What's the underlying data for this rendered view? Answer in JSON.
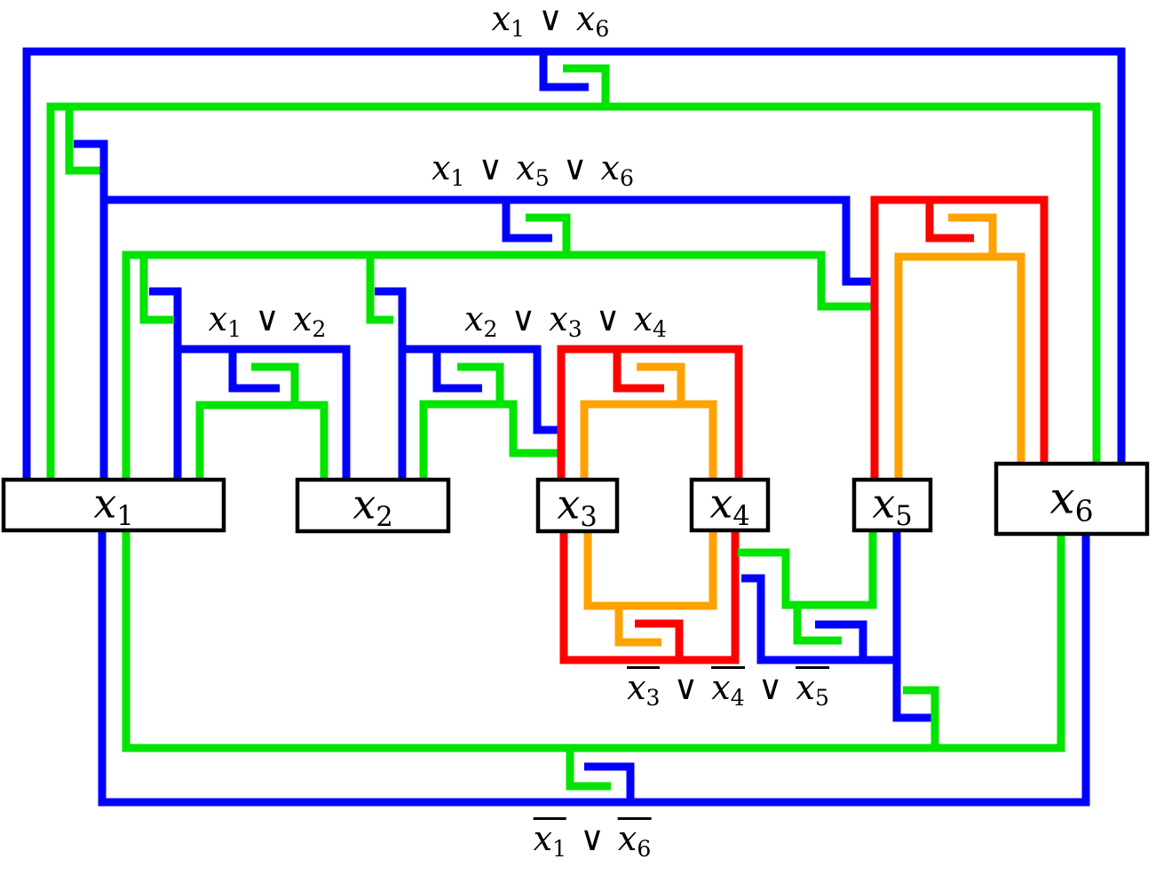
{
  "diagram_type": "clause-variable link diagram (CNF formula as interlocked loops)",
  "or_symbol": "∨",
  "colors": {
    "blue": "#0000ff",
    "green": "#00e400",
    "red": "#ff0000",
    "orange": "#ffa200",
    "box_border": "#000000",
    "background": "#ffffff",
    "text": "#000000"
  },
  "variables": [
    {
      "base": "x",
      "sub": "1"
    },
    {
      "base": "x",
      "sub": "2"
    },
    {
      "base": "x",
      "sub": "3"
    },
    {
      "base": "x",
      "sub": "4"
    },
    {
      "base": "x",
      "sub": "5"
    },
    {
      "base": "x",
      "sub": "6"
    }
  ],
  "clauses": [
    {
      "id": "c1",
      "text": "x1 ∨ x6",
      "position": "top",
      "literals": [
        {
          "base": "x",
          "sub": "1",
          "negated": false
        },
        {
          "base": "x",
          "sub": "6",
          "negated": false
        }
      ],
      "strand_colors": [
        "blue",
        "green"
      ]
    },
    {
      "id": "c2",
      "text": "x1 ∨ x5 ∨ x6",
      "position": "upper",
      "literals": [
        {
          "base": "x",
          "sub": "1",
          "negated": false
        },
        {
          "base": "x",
          "sub": "5",
          "negated": false
        },
        {
          "base": "x",
          "sub": "6",
          "negated": false
        }
      ],
      "strand_colors": [
        "blue",
        "green",
        "red",
        "orange"
      ]
    },
    {
      "id": "c3",
      "text": "x1 ∨ x2",
      "position": "middle-left",
      "literals": [
        {
          "base": "x",
          "sub": "1",
          "negated": false
        },
        {
          "base": "x",
          "sub": "2",
          "negated": false
        }
      ],
      "strand_colors": [
        "blue",
        "green"
      ]
    },
    {
      "id": "c4",
      "text": "x2 ∨ x3 ∨ x4",
      "position": "middle-right",
      "literals": [
        {
          "base": "x",
          "sub": "2",
          "negated": false
        },
        {
          "base": "x",
          "sub": "3",
          "negated": false
        },
        {
          "base": "x",
          "sub": "4",
          "negated": false
        }
      ],
      "strand_colors": [
        "blue",
        "green",
        "red",
        "orange"
      ]
    },
    {
      "id": "c5",
      "text": "not-x3 ∨ not-x4 ∨ not-x5",
      "position": "lower",
      "literals": [
        {
          "base": "x",
          "sub": "3",
          "negated": true
        },
        {
          "base": "x",
          "sub": "4",
          "negated": true
        },
        {
          "base": "x",
          "sub": "5",
          "negated": true
        }
      ],
      "strand_colors": [
        "red",
        "orange",
        "green",
        "blue"
      ]
    },
    {
      "id": "c6",
      "text": "not-x1 ∨ not-x6",
      "position": "bottom",
      "literals": [
        {
          "base": "x",
          "sub": "1",
          "negated": true
        },
        {
          "base": "x",
          "sub": "6",
          "negated": true
        }
      ],
      "strand_colors": [
        "green",
        "blue"
      ]
    }
  ]
}
